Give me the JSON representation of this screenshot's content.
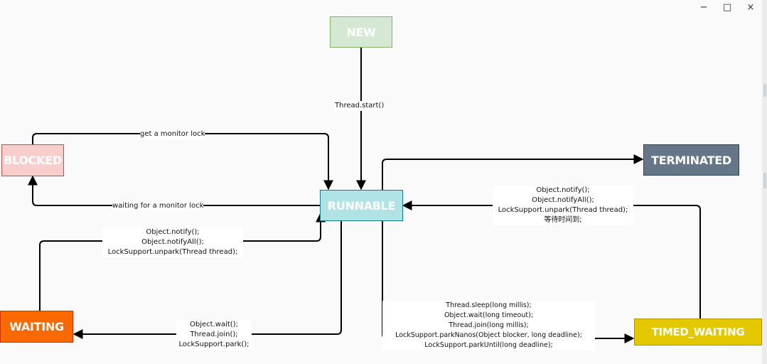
{
  "window": {
    "minimize_glyph": "−",
    "maximize_glyph": "□",
    "close_glyph": "×"
  },
  "states": {
    "new": {
      "label": "NEW",
      "fill": "#d5e8d4",
      "stroke": "#82b366"
    },
    "runnable": {
      "label": "RUNNABLE",
      "fill": "#b0e3e6",
      "stroke": "#0e8088"
    },
    "blocked": {
      "label": "BLOCKED",
      "fill": "#f8cecc",
      "stroke": "#b85450"
    },
    "terminated": {
      "label": "TERMINATED",
      "fill": "#647687",
      "stroke": "#314354"
    },
    "waiting": {
      "label": "WAITING",
      "fill": "#fa6800",
      "stroke": "#c73500"
    },
    "timed_waiting": {
      "label": "TIMED_WAITING",
      "fill": "#e3c800",
      "stroke": "#b09500"
    }
  },
  "transitions": {
    "start": [
      "Thread.start()"
    ],
    "get_lock": [
      "get a monitor lock"
    ],
    "wait_lock": [
      "waiting for a monitor lock"
    ],
    "wake_waiting": [
      "Object.notify();",
      "Object.notifyAll();",
      "LockSupport.unpark(Thread thread);"
    ],
    "to_waiting": [
      "Object.wait();",
      "Thread.join();",
      "LockSupport.park();"
    ],
    "wake_timed": [
      "Object.notify();",
      "Object.notifyAll();",
      "LockSupport.unpark(Thread thread);",
      "等待时间到;"
    ],
    "to_timed": [
      "Thread.sleep(long millis);",
      "Object.wait(long timeout);",
      "Thread.join(long millis);",
      "LockSupport.parkNanos(Object blocker, long deadline);",
      "LockSupport.parkUntil(long deadline);"
    ]
  }
}
